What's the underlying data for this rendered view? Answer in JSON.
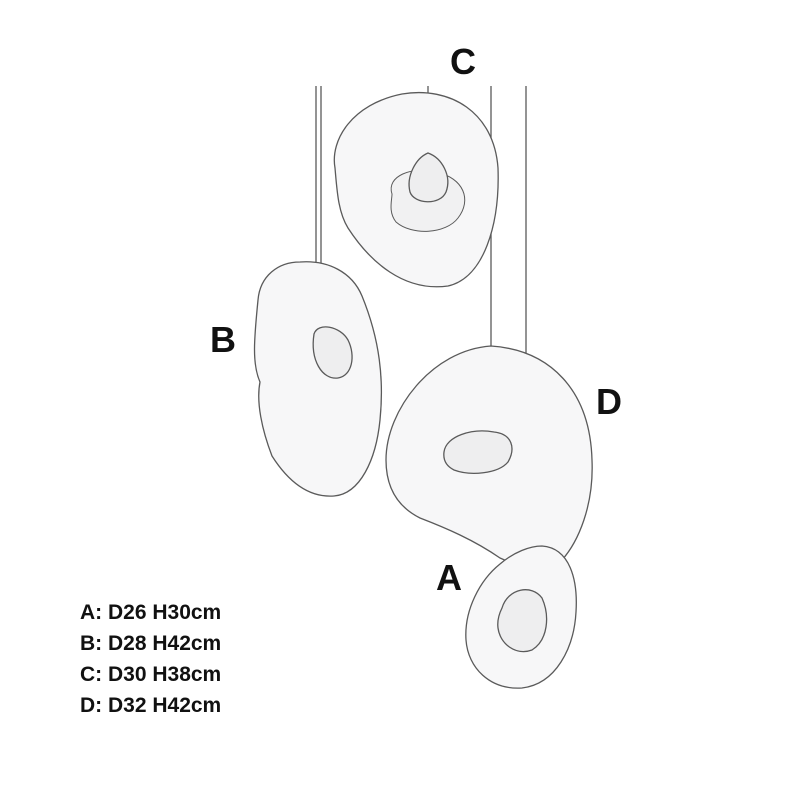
{
  "labels": {
    "a": "A",
    "b": "B",
    "c": "C",
    "d": "D"
  },
  "dimensions": [
    "A: D26 H30cm",
    "B: D28 H42cm",
    "C: D30 H38cm",
    "D: D32 H42cm"
  ],
  "colors": {
    "line": "#5a5a5a",
    "glass": "#f7f7f8",
    "text": "#111111",
    "background": "#ffffff"
  }
}
